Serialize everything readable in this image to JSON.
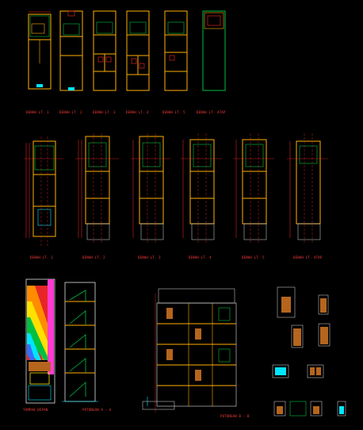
{
  "labels": {
    "denah_lt1": "DENAH LT. 1",
    "denah_lt2": "DENAH LT. 2",
    "denah_lt3": "DENAH LT. 3",
    "denah_lt4": "DENAH LT. 4",
    "denah_lt5": "DENAH LT. 5",
    "denah_lt_atap": "DENAH LT. ATAP",
    "denah_lt1_b": "DENAH LT. 1",
    "denah_lt2_b": "DENAH LT. 2",
    "denah_lt3_b": "DENAH LT. 3",
    "denah_lt4_b": "DENAH LT. 4",
    "denah_lt5_b": "DENAH LT. 5",
    "denah_lt_atap_b": "DENAH LT. ATAP",
    "tampak_depan": "TAMPAK DEPAN",
    "potongan_aa": "POTONGAN A - A",
    "potongan_bb": "POTONGAN B - B"
  },
  "colors": {
    "wall": "#ffb000",
    "outline": "#e0e0e0",
    "red": "#ff2a2a",
    "cyan": "#00e5ff",
    "green": "#00c040",
    "magenta": "#ff3bd0",
    "blue": "#3a6bff",
    "brown": "#b5651d"
  }
}
